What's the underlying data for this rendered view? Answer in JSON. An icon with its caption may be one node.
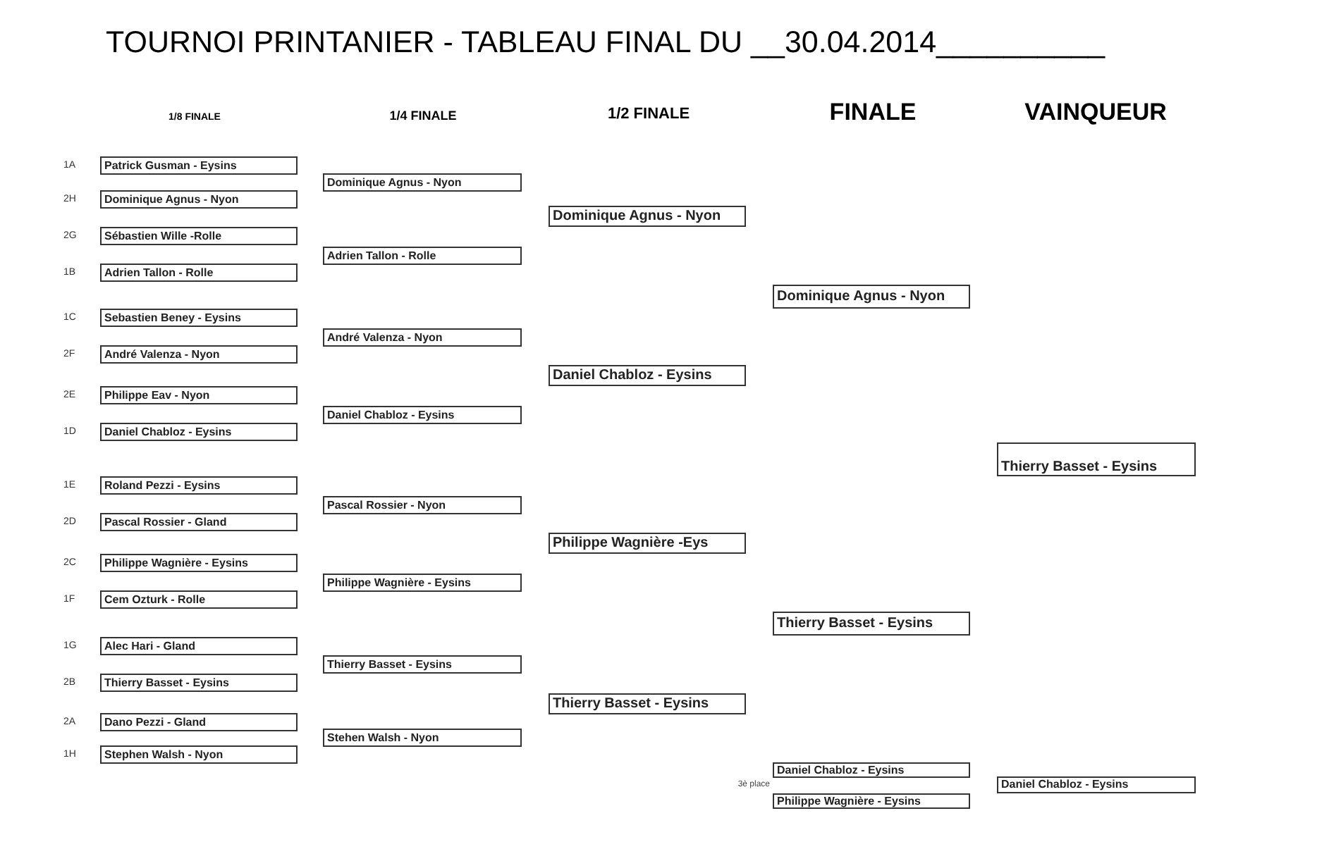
{
  "diagram": {
    "title": "TOURNOI PRINTANIER - TABLEAU FINAL DU __30.04.2014__________",
    "nodes": [
      {
        "text": [
          "Patrick Gusman - Eysins"
        ],
        "beside": [
          "1A"
        ]
      },
      {
        "text": [
          "Dominique Agnus - Nyon"
        ],
        "beside": [
          "2H"
        ]
      },
      {
        "text": [
          "Sébastien Wille -Rolle"
        ],
        "beside": [
          "2G"
        ]
      },
      {
        "text": [
          "Adrien Tallon - Rolle"
        ],
        "beside": [
          "1B"
        ]
      },
      {
        "text": [
          "Sebastien Beney - Eysins"
        ],
        "beside": [
          "1C"
        ]
      },
      {
        "text": [
          "André Valenza - Nyon"
        ],
        "beside": [
          "2F"
        ]
      },
      {
        "text": [
          "Philippe Eav - Nyon"
        ],
        "beside": [
          "2E"
        ]
      },
      {
        "text": [
          "Daniel Chabloz - Eysins"
        ],
        "beside": [
          "1D"
        ]
      },
      {
        "text": [
          "Roland Pezzi - Eysins"
        ],
        "beside": [
          "1E"
        ]
      },
      {
        "text": [
          "Pascal Rossier - Gland"
        ],
        "beside": [
          "2D"
        ]
      },
      {
        "text": [
          "Philippe Wagnière - Eysins"
        ],
        "beside": [
          "2C"
        ]
      },
      {
        "text": [
          "Cem Ozturk - Rolle"
        ],
        "beside": [
          "1F"
        ]
      },
      {
        "text": [
          "Alec Hari - Gland"
        ],
        "beside": [
          "1G"
        ]
      },
      {
        "text": [
          "Thierry Basset - Eysins"
        ],
        "beside": [
          "2B"
        ]
      },
      {
        "text": [
          "Dano Pezzi - Gland"
        ],
        "beside": [
          "2A"
        ]
      },
      {
        "text": [
          "Stephen Walsh - Nyon"
        ],
        "beside": [
          "1H"
        ]
      },
      {
        "text": [
          "Dominique Agnus - Nyon"
        ]
      },
      {
        "text": [
          "Adrien Tallon - Rolle"
        ]
      },
      {
        "text": [
          "André Valenza - Nyon"
        ]
      },
      {
        "text": [
          "Daniel Chabloz - Eysins"
        ]
      },
      {
        "text": [
          "Pascal Rossier - Nyon"
        ]
      },
      {
        "text": [
          "Philippe Wagnière - Eysins"
        ]
      },
      {
        "text": [
          "Thierry Basset - Eysins"
        ]
      },
      {
        "text": [
          "Stehen Walsh - Nyon"
        ]
      },
      {
        "text": [
          "Dominique Agnus - Nyon"
        ]
      },
      {
        "text": [
          "Daniel Chabloz - Eysins"
        ]
      },
      {
        "text": [
          "Philippe Wagnière -Eys"
        ]
      },
      {
        "text": [
          "Thierry Basset - Eysins"
        ]
      },
      {
        "text": [
          "Dominique Agnus - Nyon"
        ]
      },
      {
        "text": [
          "Thierry Basset - Eysins"
        ]
      },
      {
        "text": [
          "Daniel Chabloz - Eysins"
        ]
      },
      {
        "text": [
          "Philippe Wagnière - Eysins"
        ]
      },
      {
        "text": [
          "Thierry Basset - Eysins"
        ]
      },
      {
        "text": [
          "Daniel Chabloz - Eysins"
        ]
      }
    ],
    "labels": [
      "1/8 FINALE",
      "1/4 FINALE",
      "1/2 FINALE",
      "FINALE",
      "VAINQUEUR",
      "3è place"
    ]
  }
}
